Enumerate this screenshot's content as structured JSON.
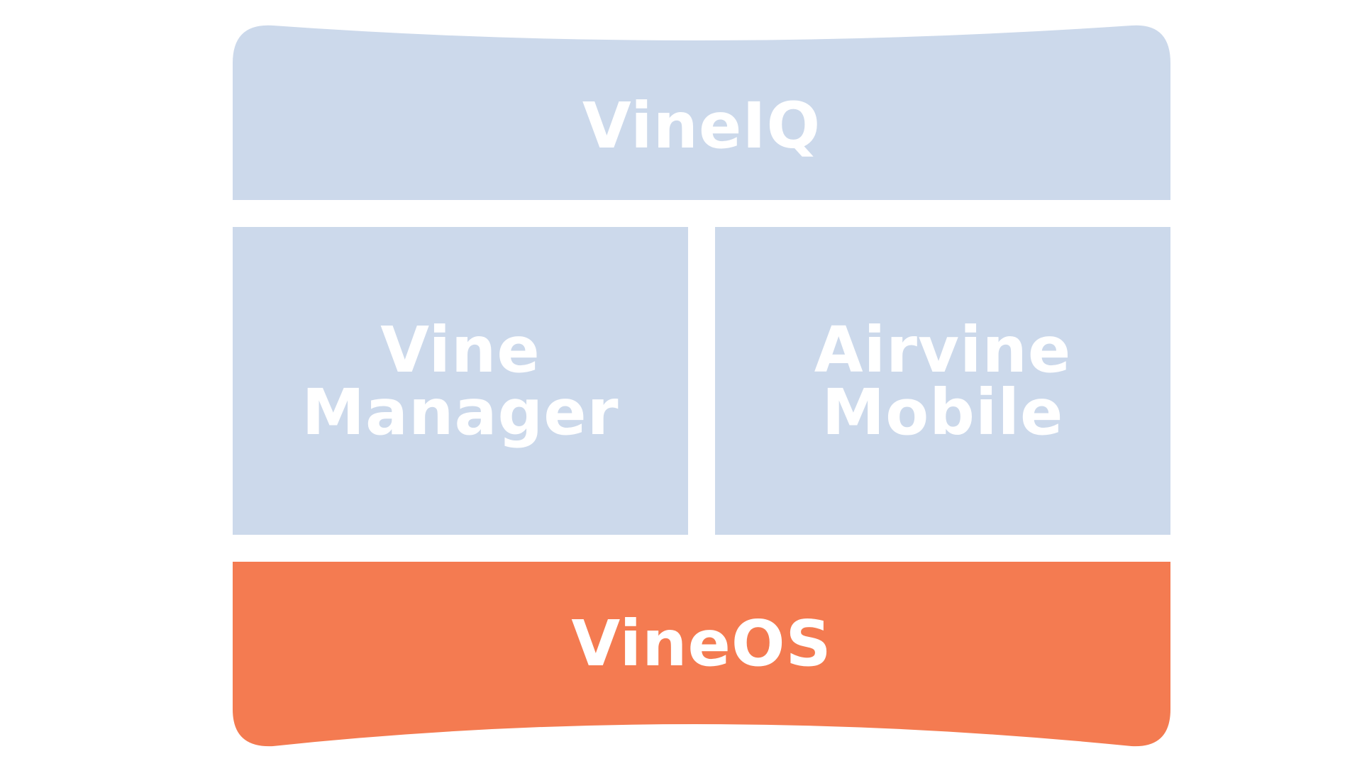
{
  "colors": {
    "background": "#ffffff",
    "upper_blocks": "#ccd9eb",
    "base_block": "#f47b51",
    "label_text": "#ffffff"
  },
  "blocks": {
    "top": {
      "label": "VineIQ"
    },
    "left": {
      "label": "Vine\nManager"
    },
    "right": {
      "label": "Airvine\nMobile"
    },
    "bottom": {
      "label": "VineOS"
    }
  }
}
